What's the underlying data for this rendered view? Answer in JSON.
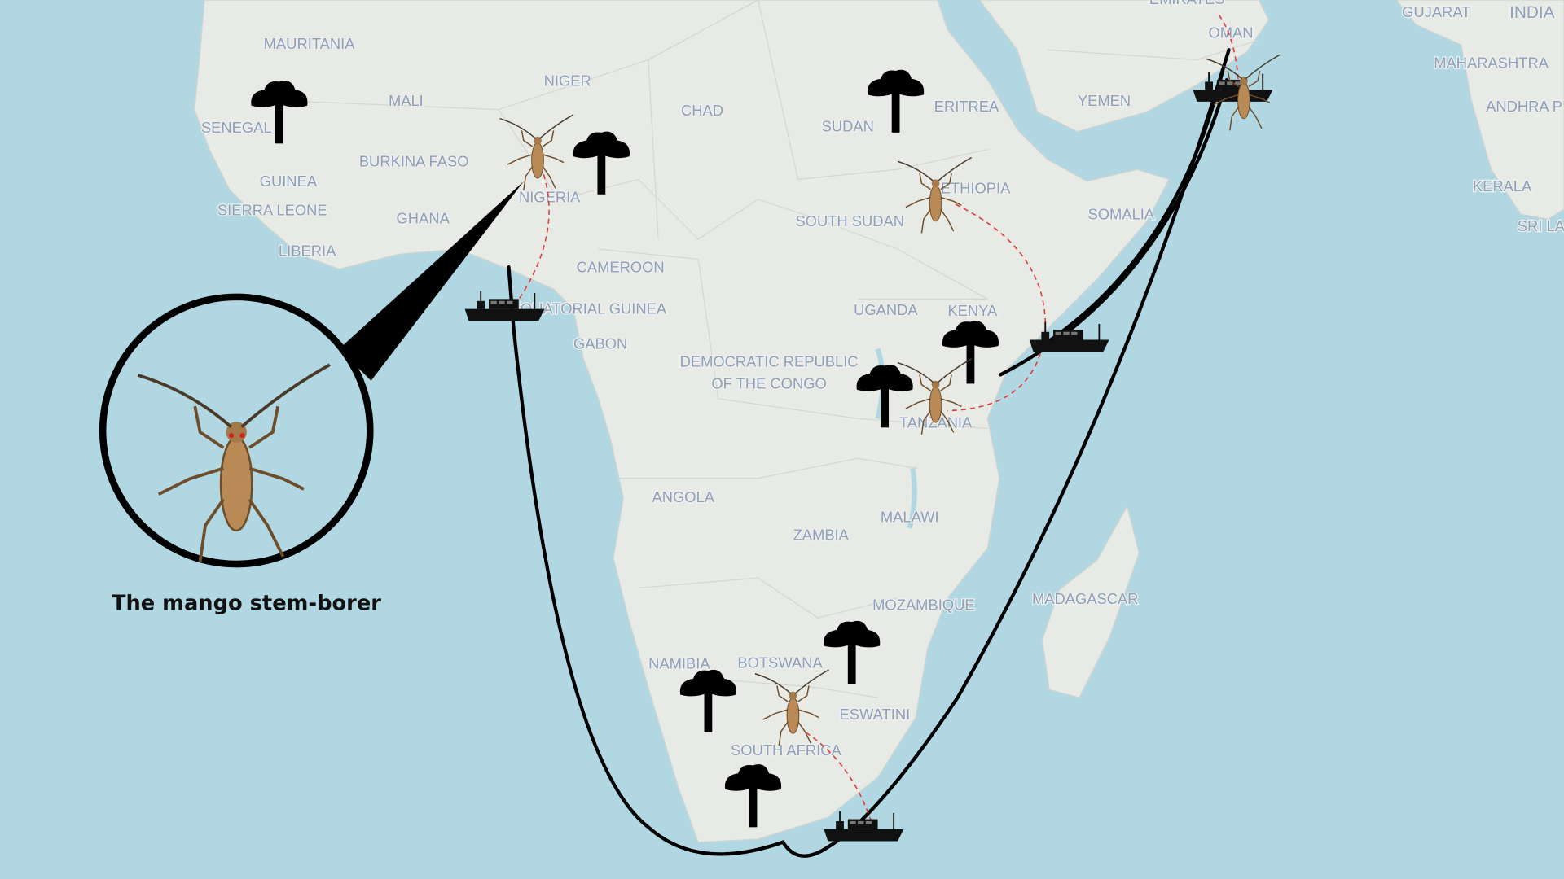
{
  "map": {
    "colors": {
      "water": "#b1d8e2",
      "land": "#e8eae6",
      "label": "#8f9fb8",
      "route": "#000000",
      "spread": "#e03a3a"
    },
    "labels": {
      "emirates": "EMIRATES",
      "oman": "OMAN",
      "gujarat": "GUJARAT",
      "india": "INDIA",
      "maharashtra": "MAHARASHTRA",
      "andhra": "ANDHRA P",
      "kerala": "KERALA",
      "srilanka": "SRI LA",
      "mauritania": "MAURITANIA",
      "mali": "MALI",
      "niger": "NIGER",
      "chad": "CHAD",
      "sudan": "SUDAN",
      "eritrea": "ERITREA",
      "yemen": "YEMEN",
      "senegal": "SENEGAL",
      "burkina": "BURKINA FASO",
      "guinea": "GUINEA",
      "sierra": "SIERRA LEONE",
      "ghana": "GHANA",
      "liberia": "LIBERIA",
      "nigeria": "NIGERIA",
      "ethiopia": "ETHIOPIA",
      "southsudan": "SOUTH SUDAN",
      "somalia": "SOMALIA",
      "cameroon": "CAMEROON",
      "eqguinea": "EQUATORIAL GUINEA",
      "gabon": "GABON",
      "uganda": "UGANDA",
      "kenya": "KENYA",
      "drc1": "DEMOCRATIC REPUBLIC",
      "drc2": "OF THE CONGO",
      "tanzania": "TANZANIA",
      "angola": "ANGOLA",
      "malawi": "MALAWI",
      "zambia": "ZAMBIA",
      "mozambique": "MOZAMBIQUE",
      "madagascar": "MADAGASCAR",
      "namibia": "NAMIBIA",
      "botswana": "BOTSWANA",
      "eswatini": "ESWATINI",
      "southafrica": "SOUTH AFRICA"
    },
    "icons": {
      "ship": "cargo-ship-icon",
      "tree": "baobab-tree-icon",
      "beetle": "beetle-icon"
    }
  },
  "inset": {
    "caption": "The mango stem-borer"
  }
}
